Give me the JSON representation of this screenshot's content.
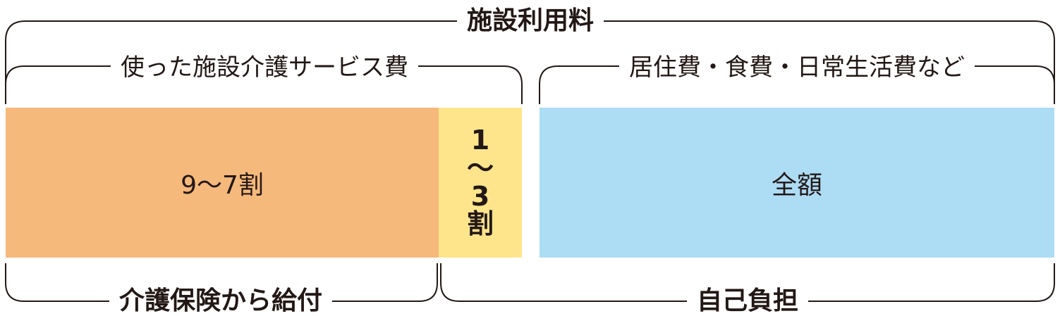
{
  "title": "施設利用料",
  "groups": {
    "care_service": "使った施設介護サービス費",
    "living": "居住費・食費・日常生活費など"
  },
  "bars": {
    "insurance_share": "9〜7割",
    "self_share_lines": [
      "1",
      "〜",
      "3",
      "割"
    ],
    "living_share": "全額"
  },
  "bottom": {
    "insurance": "介護保険から給付",
    "self_pay": "自己負担"
  },
  "colors": {
    "insurance": "#F5B97B",
    "self_share": "#FEE58C",
    "living": "#ADDCF5",
    "line": "#231815"
  }
}
